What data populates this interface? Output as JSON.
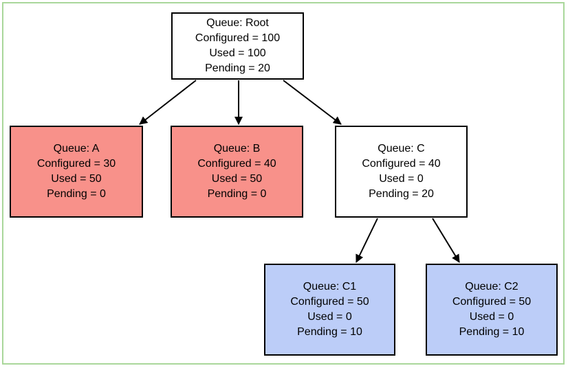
{
  "nodes": {
    "root": {
      "lines": [
        "Queue: Root",
        "Configured = 100",
        "Used = 100",
        "Pending = 20"
      ],
      "fill": "#ffffff"
    },
    "a": {
      "lines": [
        "Queue: A",
        "Configured = 30",
        "Used = 50",
        "Pending = 0"
      ],
      "fill": "#f8918a"
    },
    "b": {
      "lines": [
        "Queue: B",
        "Configured = 40",
        "Used = 50",
        "Pending = 0"
      ],
      "fill": "#f8918a"
    },
    "c": {
      "lines": [
        "Queue: C",
        "Configured = 40",
        "Used = 0",
        "Pending = 20"
      ],
      "fill": "#ffffff"
    },
    "c1": {
      "lines": [
        "Queue: C1",
        "Configured = 50",
        "Used = 0",
        "Pending = 10"
      ],
      "fill": "#bccdf8"
    },
    "c2": {
      "lines": [
        "Queue: C2",
        "Configured = 50",
        "Used = 0",
        "Pending = 10"
      ],
      "fill": "#bccdf8"
    }
  },
  "edges": [
    {
      "from": "root",
      "to": "a"
    },
    {
      "from": "root",
      "to": "b"
    },
    {
      "from": "root",
      "to": "c"
    },
    {
      "from": "c",
      "to": "c1"
    },
    {
      "from": "c",
      "to": "c2"
    }
  ],
  "colors": {
    "frame_border": "#a9d79a",
    "stroke": "#000000"
  }
}
